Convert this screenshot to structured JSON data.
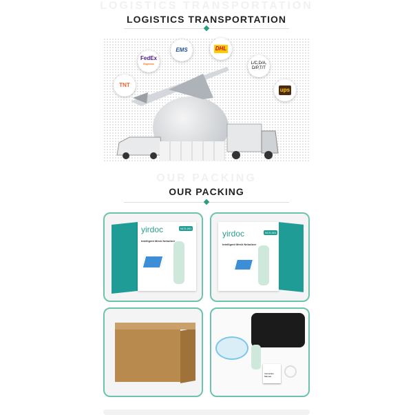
{
  "sections": [
    {
      "title": "LOGISTICS TRANSPORTATION",
      "ghost": "LOGISTICS TRANSPORTATION"
    },
    {
      "title": "OUR PACKING",
      "ghost": "OUR PACKING"
    }
  ],
  "carriers": {
    "fedex": "FedEx",
    "fedex_sub": "Express",
    "ems": "EMS",
    "dhl": "DHL",
    "tnt": "TNT",
    "ups": "ups",
    "payment": "L/C,D/A,\nD/P,T/T"
  },
  "packing": {
    "brand": "yirdoc",
    "product": "Intelligent Mesh Nebulizer",
    "model": "NCS-001",
    "manual": "Instruction Manual"
  },
  "colors": {
    "accent": "#2a9d7f",
    "border": "#6cc3ad",
    "teal": "#1f9c95"
  }
}
